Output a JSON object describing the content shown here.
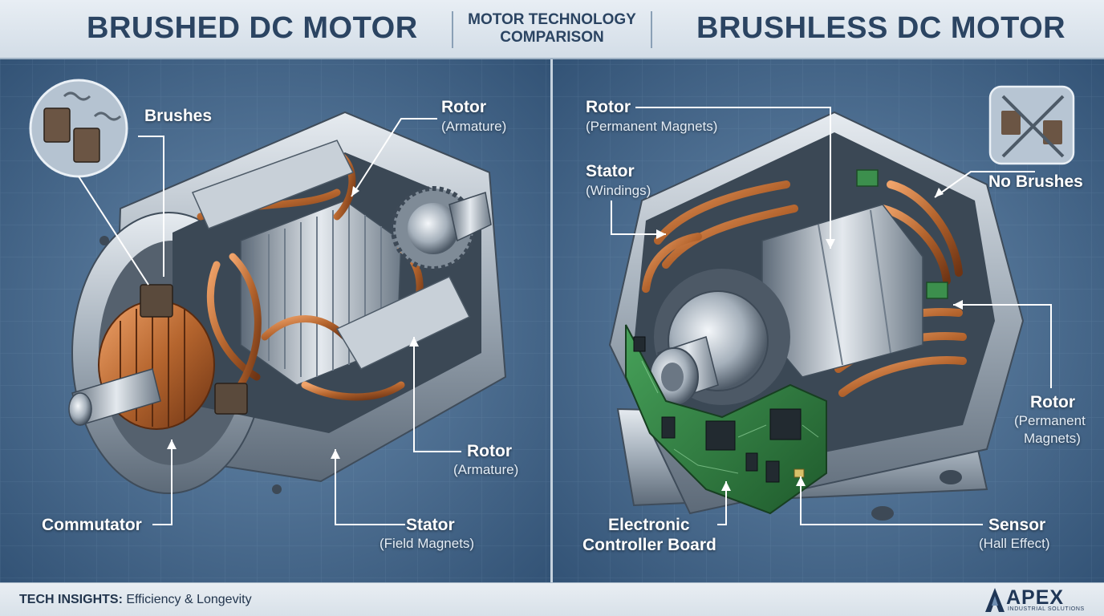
{
  "header": {
    "left_title": "BRUSHED DC MOTOR",
    "center_line1": "MOTOR TECHNOLOGY",
    "center_line2": "COMPARISON",
    "right_title": "BRUSHLESS DC MOTOR"
  },
  "left_labels": {
    "brushes": "Brushes",
    "rotor_top": "Rotor",
    "rotor_top_sub": "(Armature)",
    "rotor_bottom": "Rotor",
    "rotor_bottom_sub": "(Armature)",
    "commutator": "Commutator",
    "stator": "Stator",
    "stator_sub": "(Field Magnets)"
  },
  "right_labels": {
    "rotor_top": "Rotor",
    "rotor_top_sub": "(Permanent Magnets)",
    "stator": "Stator",
    "stator_sub": "(Windings)",
    "no_brushes": "No Brushes",
    "rotor_right": "Rotor",
    "rotor_right_sub1": "(Permanent",
    "rotor_right_sub2": "Magnets)",
    "controller_line1": "Electronic",
    "controller_line2": "Controller Board",
    "sensor": "Sensor",
    "sensor_sub": "(Hall Effect)"
  },
  "footer": {
    "insight_label": "TECH INSIGHTS:",
    "insight_text": "Efficiency & Longevity",
    "logo_word": "APEX",
    "logo_sub": "INDUSTRIAL SOLUTIONS"
  },
  "colors": {
    "header_text": "#2b4462",
    "background": "#3f6286",
    "copper": "#b5652e",
    "steel": "#aeb8c3",
    "pcb_green": "#2f7a3c"
  }
}
